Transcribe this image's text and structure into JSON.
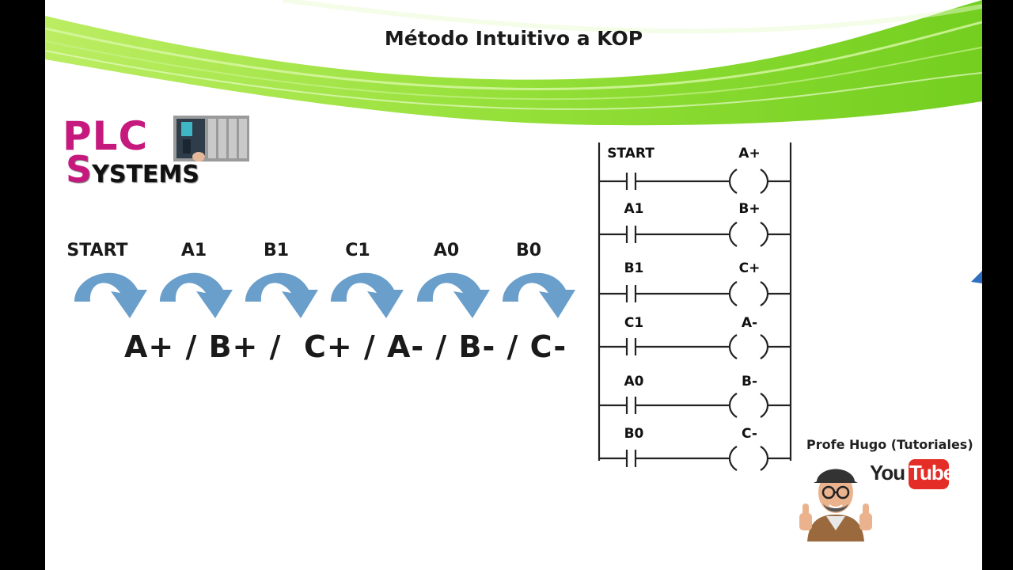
{
  "slide_title": "Método Intuitivo a KOP",
  "logo": {
    "line1": "PLC",
    "line2_initial": "S",
    "line2_rest": "YSTEMS"
  },
  "sequence_steps": [
    "START",
    "A1",
    "B1",
    "C1",
    "A0",
    "B0"
  ],
  "sequence_text": "A+ / B+ /  C+ / A- / B- / C-",
  "ladder": {
    "rungs": [
      {
        "contact": "START",
        "coil": "A+"
      },
      {
        "contact": "A1",
        "coil": "B+"
      },
      {
        "contact": "B1",
        "coil": "C+"
      },
      {
        "contact": "C1",
        "coil": "A-"
      },
      {
        "contact": "A0",
        "coil": "B-"
      },
      {
        "contact": "B0",
        "coil": "C-"
      }
    ]
  },
  "channel": {
    "name": "Profe Hugo (Tutoriales)",
    "youtube_you": "You",
    "youtube_tube": "Tube"
  },
  "colors": {
    "swoosh_green": "#7cd422",
    "arrow_blue": "#6a9fcb",
    "logo_magenta": "#c5197d",
    "youtube_red": "#e52d27"
  }
}
